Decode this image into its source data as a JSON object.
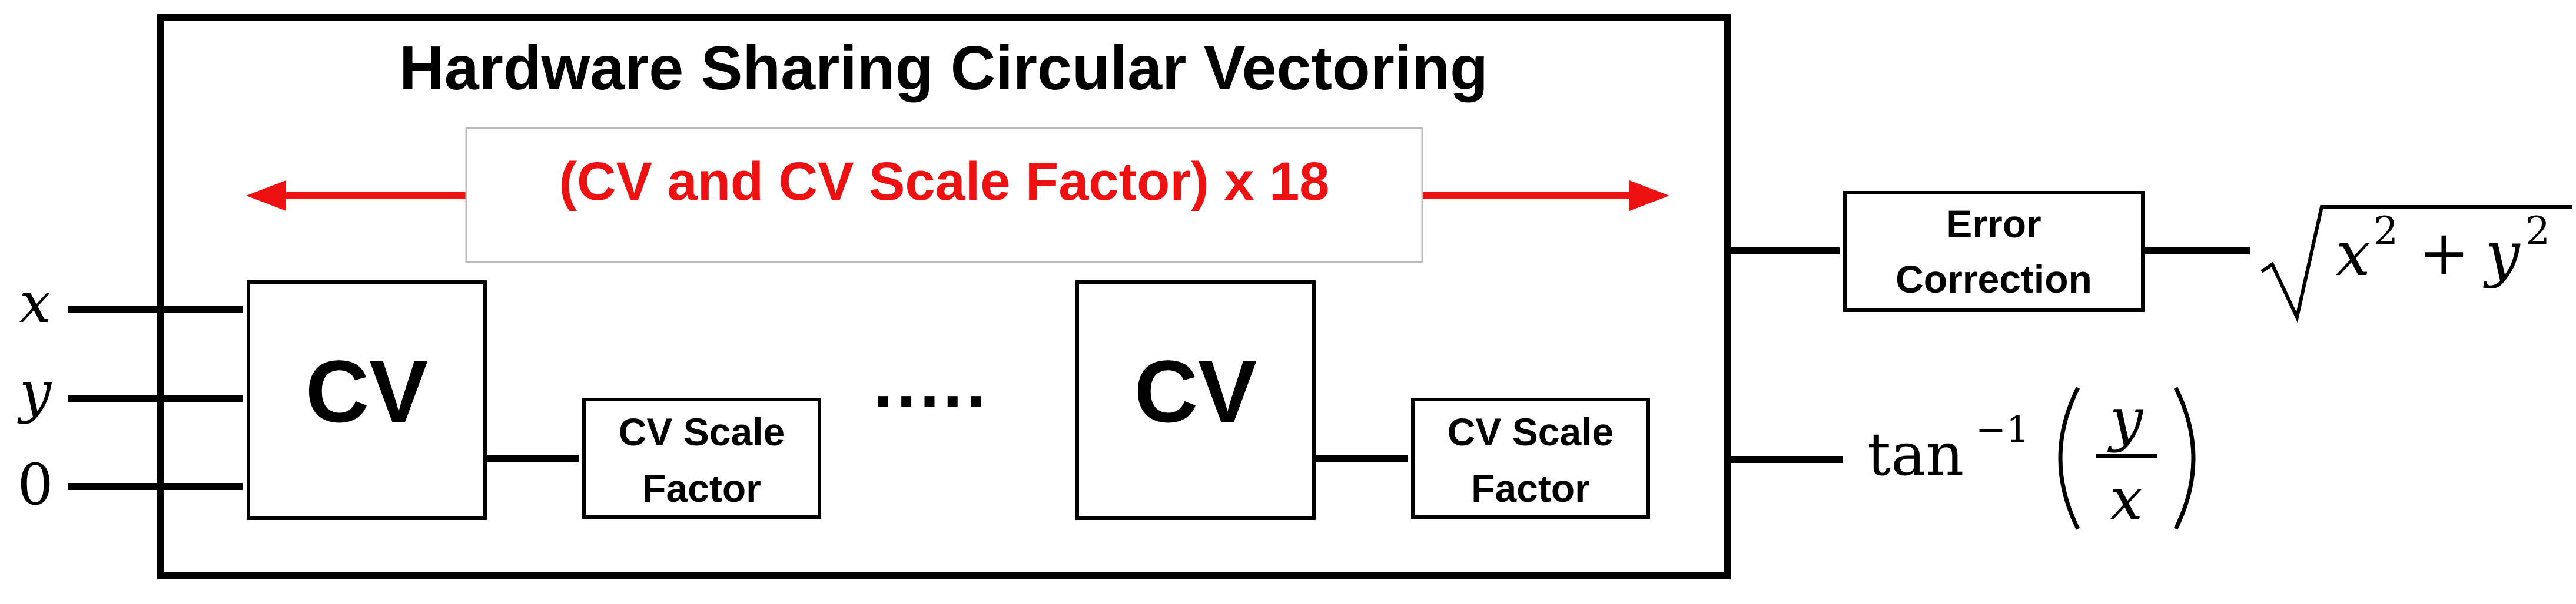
{
  "diagram": {
    "title": "Hardware Sharing Circular Vectoring",
    "repeat_label": "(CV and CV Scale Factor) x 18",
    "inputs": [
      "x",
      "y",
      "0"
    ],
    "cv_block_1": "CV",
    "cv_block_2": "CV",
    "scale_factor_1": {
      "line1": "CV Scale",
      "line2": "Factor"
    },
    "scale_factor_2": {
      "line1": "CV Scale",
      "line2": "Factor"
    },
    "ellipsis": ".....",
    "error_correction": {
      "line1": "Error",
      "line2": "Correction"
    },
    "output_magnitude": {
      "base1": "x",
      "exp": "2",
      "plus": "+",
      "base2": "y"
    },
    "output_angle": {
      "func": "tan",
      "exp": "−1",
      "num": "y",
      "den": "x"
    },
    "colors": {
      "accent": "#ee1111",
      "stroke": "#000000"
    }
  }
}
